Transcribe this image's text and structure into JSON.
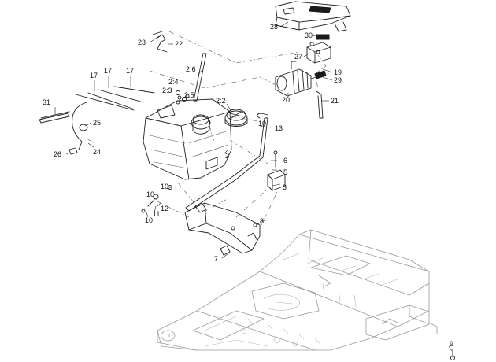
{
  "callouts": {
    "c28": "28",
    "c30": "30",
    "c27": "27",
    "c19": "19",
    "c29": "29",
    "c20": "20",
    "c21": "21",
    "c23": "23",
    "c22": "22",
    "c26_top": "2:6",
    "c24_top": "2:4",
    "c23_top": "2:3",
    "c25_top": "2:5",
    "c22_top": "2:2",
    "c17a": "17",
    "c17b": "17",
    "c17c": "17",
    "c31": "31",
    "c25": "25",
    "c26": "26",
    "c24": "24",
    "c10a": "10",
    "c13": "13",
    "c2": "2",
    "c6": "6",
    "c5": "5",
    "c3": "3",
    "c10b": "10",
    "c10c": "10",
    "c12": "12",
    "c11": "11",
    "c10d": "10",
    "c8": "8",
    "c7": "7",
    "c9": "9"
  }
}
